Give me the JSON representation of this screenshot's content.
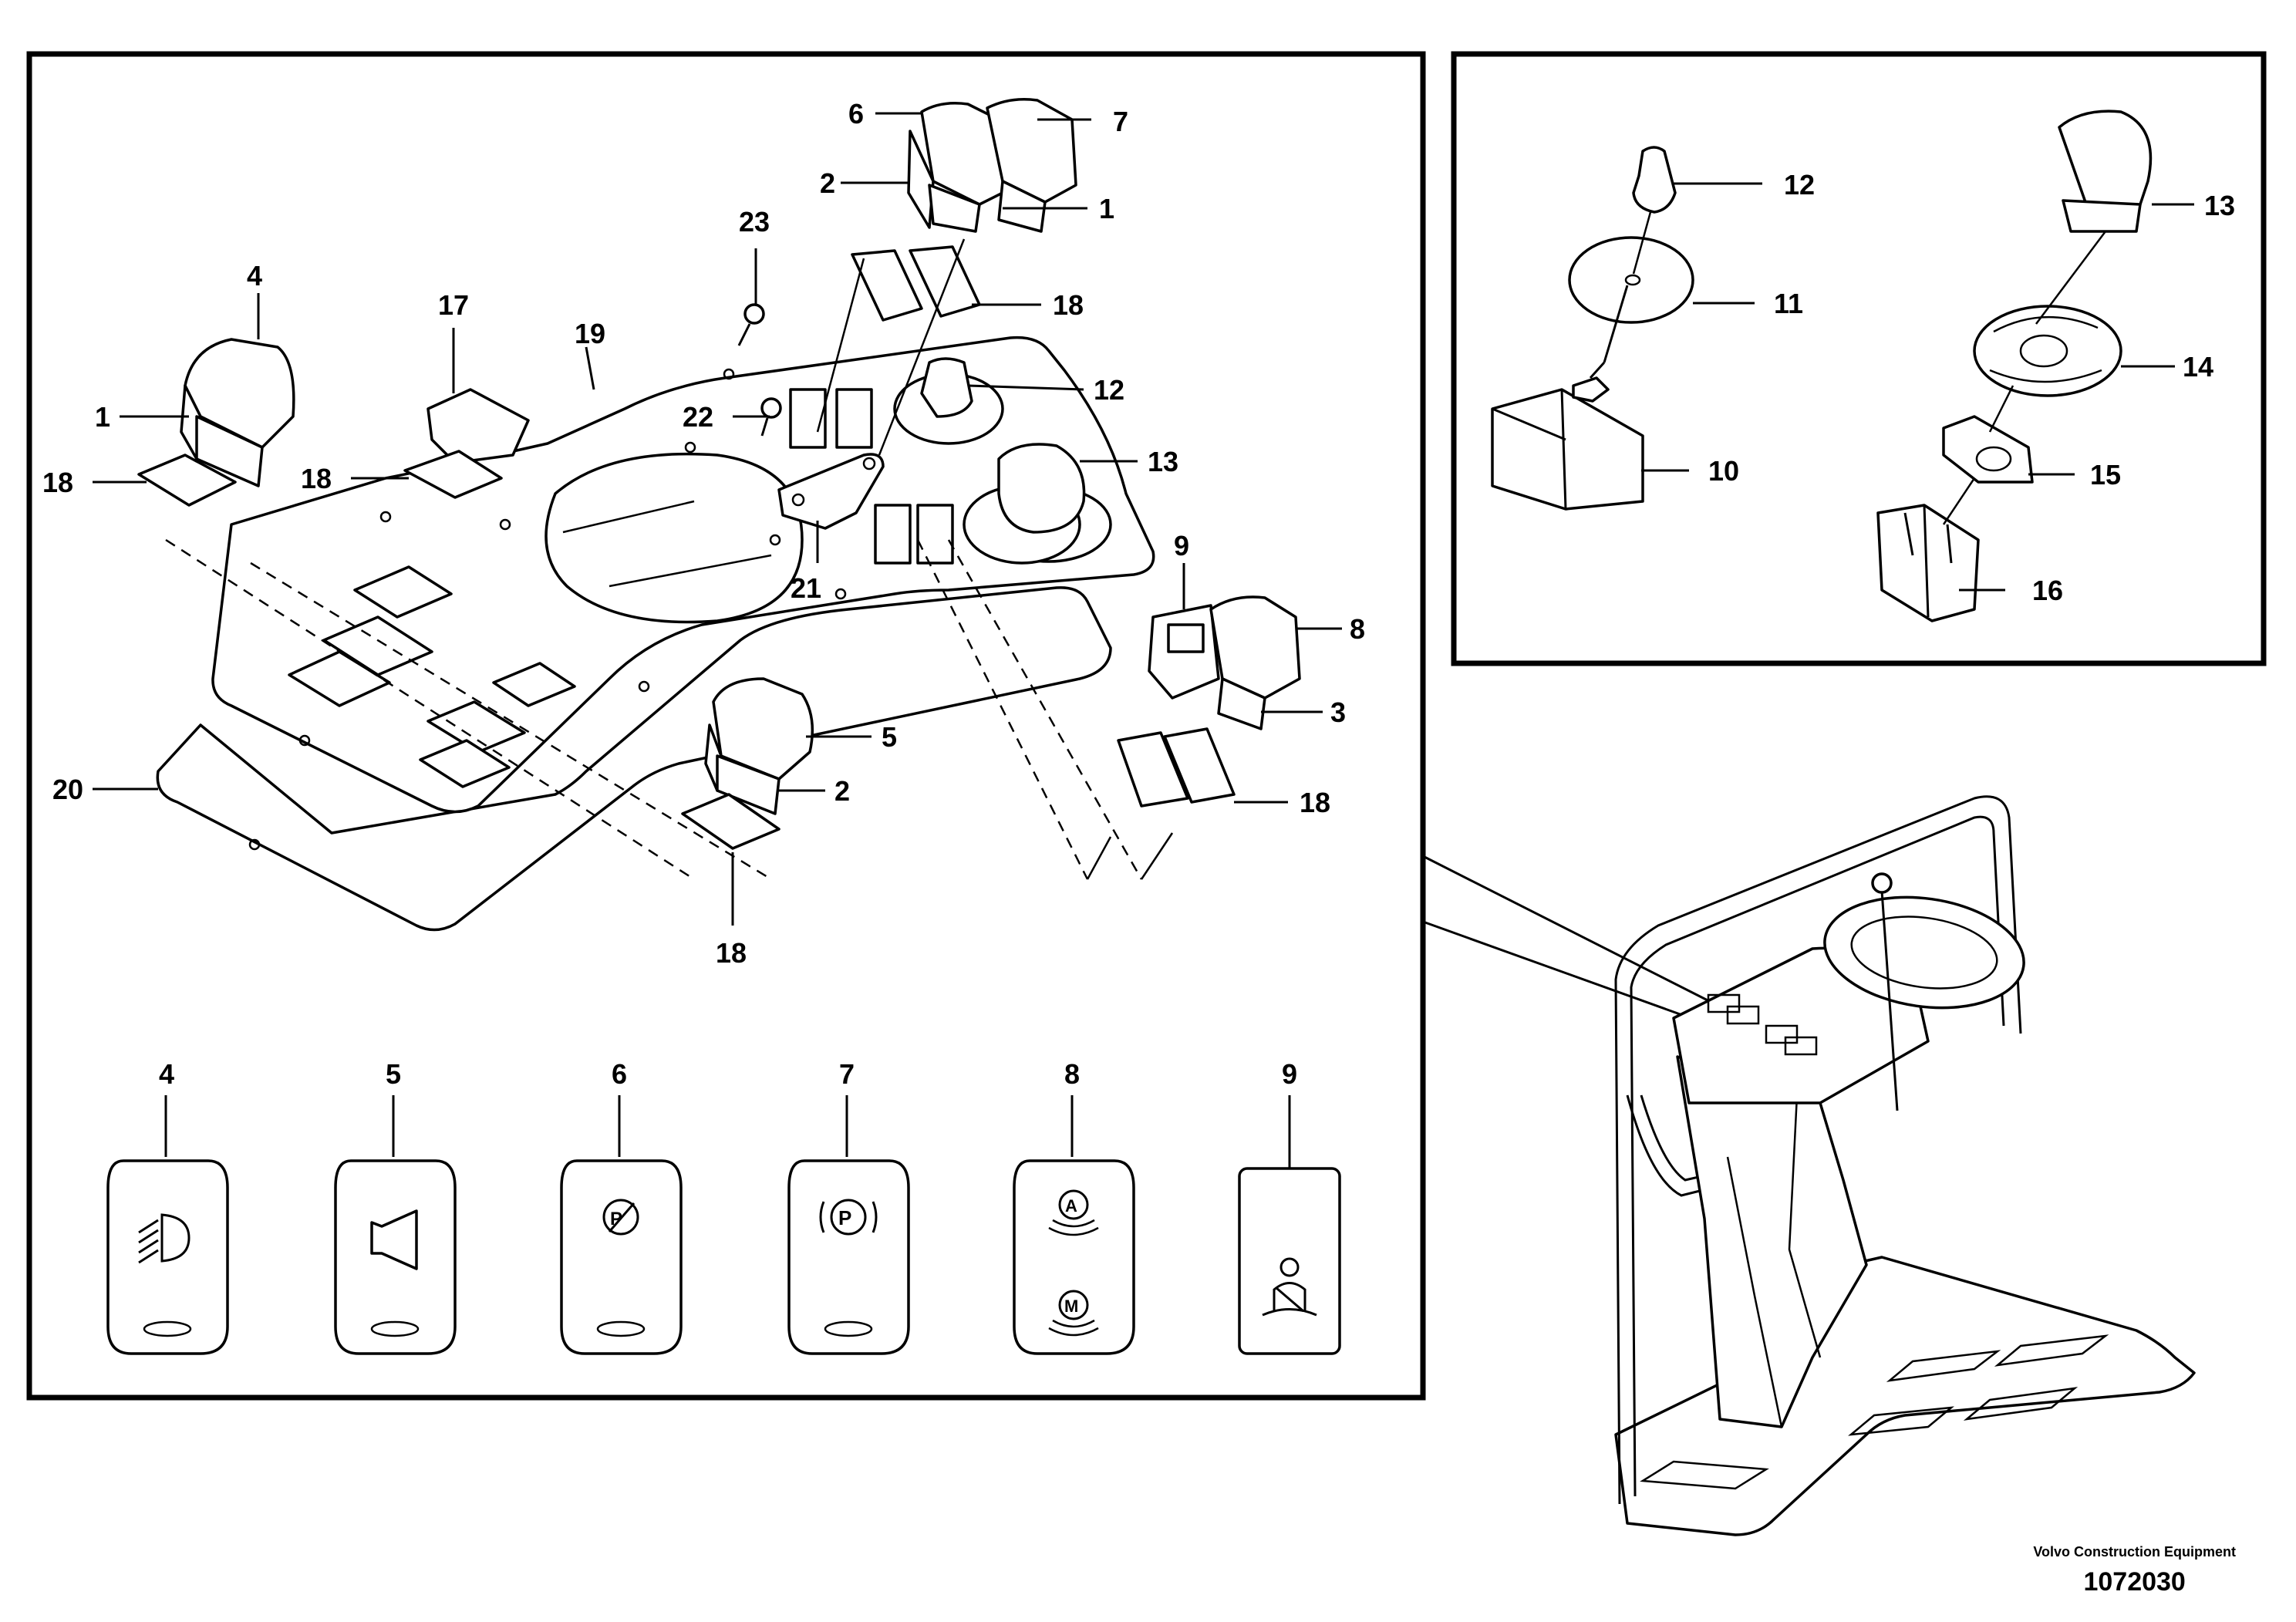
{
  "main_panel": {
    "callouts": {
      "c1a": "1",
      "c1b": "1",
      "c2a": "2",
      "c2b": "2",
      "c3": "3",
      "c4": "4",
      "c5": "5",
      "c6": "6",
      "c7": "7",
      "c8": "8",
      "c9": "9",
      "c12": "12",
      "c13": "13",
      "c17": "17",
      "c18a": "18",
      "c18b": "18",
      "c18c": "18",
      "c18d": "18",
      "c18e": "18",
      "c19": "19",
      "c20": "20",
      "c21": "21",
      "c22": "22",
      "c23": "23"
    },
    "switch_legend": [
      {
        "number": "4",
        "symbol": "work-light-symbol-icon"
      },
      {
        "number": "5",
        "symbol": "horn-symbol-icon"
      },
      {
        "number": "6",
        "symbol": "parking-brake-release-symbol-icon"
      },
      {
        "number": "7",
        "symbol": "parking-brake-symbol-icon"
      },
      {
        "number": "8",
        "symbol": "auto-manual-symbol-icon"
      },
      {
        "number": "9",
        "symbol": "seat-belt-symbol-icon"
      }
    ]
  },
  "detail_panel": {
    "callouts": {
      "c10": "10",
      "c11": "11",
      "c12": "12",
      "c13": "13",
      "c14": "14",
      "c15": "15",
      "c16": "16"
    }
  },
  "footer": {
    "manufacturer": "Volvo Construction Equipment",
    "drawing_number": "1072030"
  }
}
